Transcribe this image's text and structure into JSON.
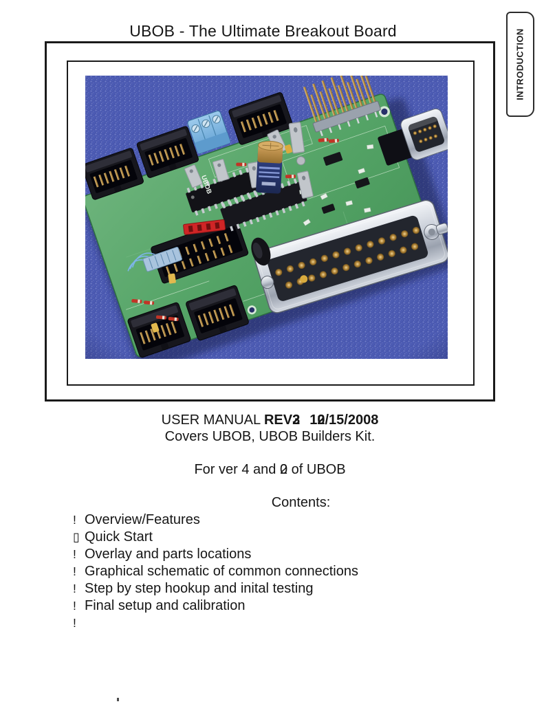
{
  "header": {
    "title": "UBOB - The Ultimate Breakout Board",
    "side_tab": "INTRODUCTION"
  },
  "photo": {
    "silkscreen": "UBOB",
    "colors": {
      "denim_blue": "#4c5bb3",
      "pcb_green": "#55a467",
      "connector_black": "#17171c",
      "chrome_silver": "#c6ccd6",
      "gold_pins": "#b8914a",
      "terminal_blue": "#7fb6e0",
      "capacitor_navy": "#2c3c7c",
      "frame_black": "#1a1a1a"
    }
  },
  "manual": {
    "line1": {
      "regular": "USER MANUAL ",
      "rev_word": "REV",
      "rev_digit": "2",
      "rev_overlay": "3",
      "date_first": "1",
      "date_digit": "2",
      "date_overlay": "0",
      "date_rest": "/15/2008"
    },
    "line2": "Covers UBOB, UBOB Builders Kit.",
    "line3": {
      "before": "For ver 4 and ",
      "digit": "2",
      "overlay": "0",
      "after": " of UBOB"
    }
  },
  "contents": {
    "heading": "Contents:",
    "items": [
      {
        "bullet": "!",
        "label": "Overview/Features"
      },
      {
        "bullet": "▯",
        "label": "Quick Start"
      },
      {
        "bullet": "!",
        "label": "Overlay and parts locations"
      },
      {
        "bullet": "!",
        "label": "Graphical schematic of common connections"
      },
      {
        "bullet": "!",
        "label": "Step by step hookup and inital testing"
      },
      {
        "bullet": "!",
        "label": "Final setup and calibration"
      },
      {
        "bullet": "!",
        "label": ""
      }
    ]
  }
}
